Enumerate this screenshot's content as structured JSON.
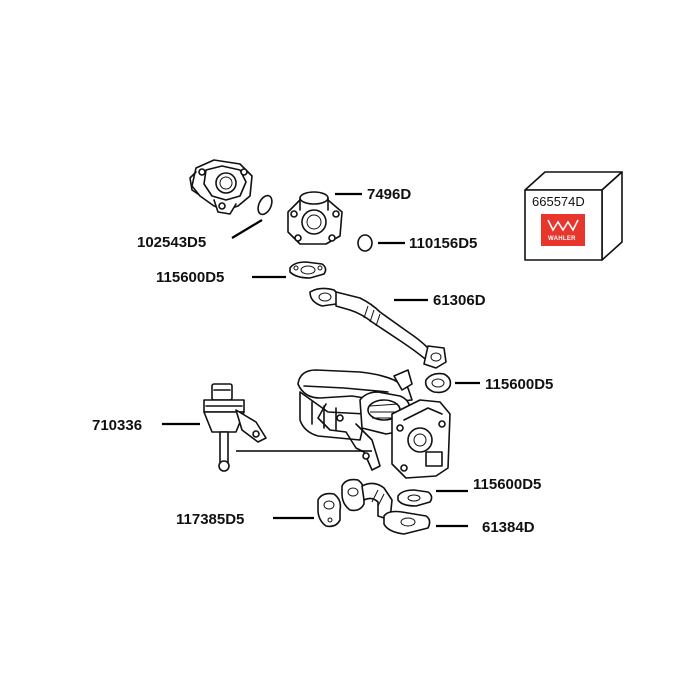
{
  "diagram": {
    "parts": [
      {
        "id": "egr-valve-left",
        "number": "102543D5"
      },
      {
        "id": "egr-valve-center",
        "number": "7496D"
      },
      {
        "id": "o-ring-right",
        "number": "110156D5"
      },
      {
        "id": "gasket-upper",
        "number": "115600D5"
      },
      {
        "id": "egr-pipe-upper",
        "number": "61306D"
      },
      {
        "id": "gasket-middle",
        "number": "115600D5"
      },
      {
        "id": "vacuum-actuator",
        "number": "710336"
      },
      {
        "id": "gasket-lower",
        "number": "115600D5"
      },
      {
        "id": "gasket-lower-left",
        "number": "117385D5"
      },
      {
        "id": "egr-pipe-lower",
        "number": "61384D"
      }
    ],
    "kit": {
      "number": "665574D",
      "brand": "WAHLER",
      "brand_color": "#e8362c"
    }
  }
}
